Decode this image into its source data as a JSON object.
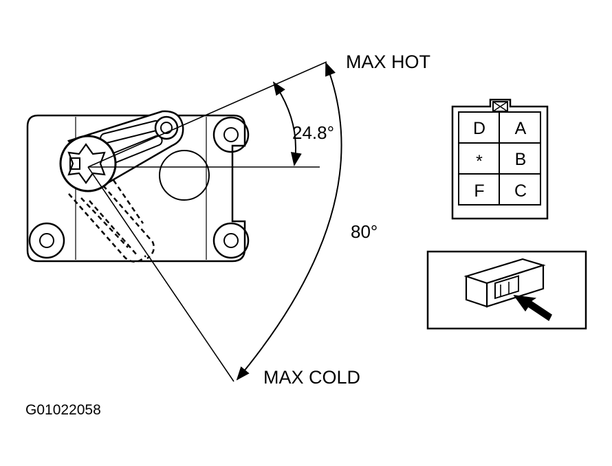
{
  "labels": {
    "max_hot": "MAX HOT",
    "max_cold": "MAX COLD",
    "angle_small": "24.8°",
    "angle_large": "80°",
    "figure_id": "G01022058"
  },
  "connector": {
    "pins": [
      [
        "D",
        "A"
      ],
      [
        "*",
        "B"
      ],
      [
        "F",
        "C"
      ]
    ]
  },
  "colors": {
    "ink": "#000000",
    "background": "#ffffff"
  }
}
